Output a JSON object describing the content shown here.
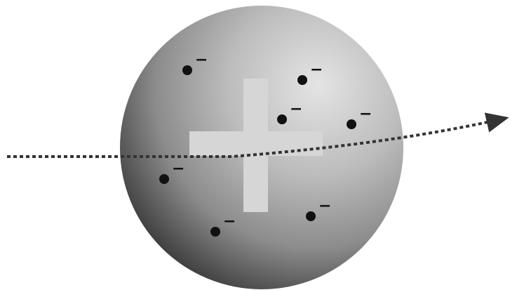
{
  "diagram": {
    "colors": {
      "sphere_highlight": "#e4e4e4",
      "sphere_mid": "#9b9b9b",
      "sphere_shadow": "#3c3c3c",
      "positive_charge": "#d6d6d6",
      "electron": "#111111",
      "path": "#333333"
    },
    "sphere": {
      "positive_charge_symbol": "plus-sign"
    },
    "electrons": [
      {
        "id": "e1",
        "sign": "−"
      },
      {
        "id": "e2",
        "sign": "−"
      },
      {
        "id": "e3",
        "sign": "−"
      },
      {
        "id": "e4",
        "sign": "−"
      },
      {
        "id": "e5",
        "sign": "−"
      },
      {
        "id": "e6",
        "sign": "−"
      },
      {
        "id": "e7",
        "sign": "−"
      }
    ],
    "trajectory": {
      "style": "dotted",
      "direction": "left-to-right",
      "arrowhead": "right"
    }
  }
}
